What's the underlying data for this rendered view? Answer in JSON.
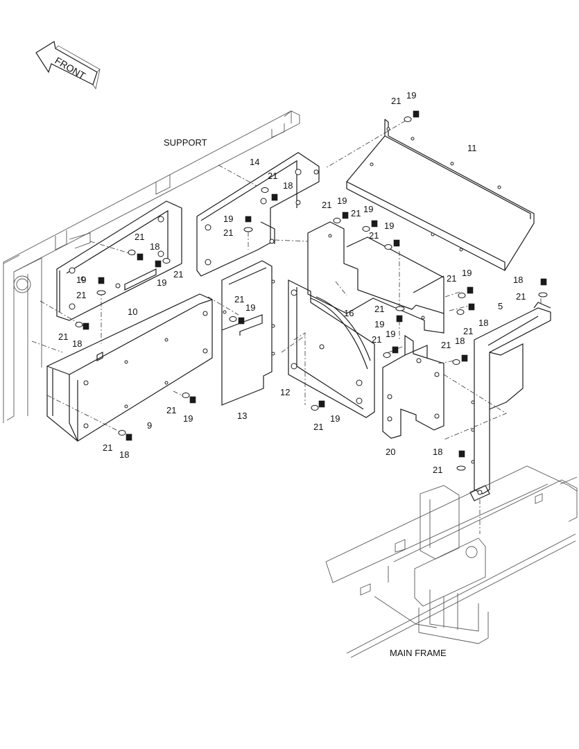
{
  "orientation": {
    "front_label": "FRONT"
  },
  "captions": {
    "support": "SUPPORT",
    "main_frame": "MAIN FRAME"
  },
  "parts": {
    "p5": "5",
    "p9": "9",
    "p10": "10",
    "p11": "11",
    "p12": "12",
    "p13": "13",
    "p14": "14",
    "p16": "16",
    "p20": "20"
  },
  "fasteners": {
    "bolt_18": "18",
    "bolt_19": "19",
    "washer_21": "21"
  },
  "colors": {
    "line": "#1a1a1a",
    "background": "#ffffff"
  }
}
